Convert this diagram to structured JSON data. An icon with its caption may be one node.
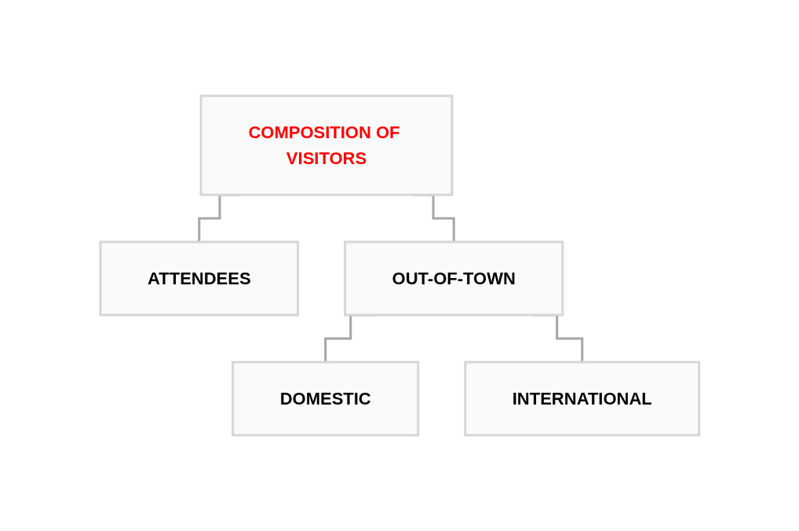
{
  "diagram": {
    "nodes": [
      {
        "text": [
          "COMPOSITION OF VISITORS"
        ]
      },
      {
        "text": [
          "ATTENDEES"
        ]
      },
      {
        "text": [
          "OUT-OF-TOWN"
        ]
      },
      {
        "text": [
          "DOMESTIC"
        ]
      },
      {
        "text": [
          "INTERNATIONAL"
        ]
      }
    ],
    "edges": [
      {
        "from": 0,
        "to": 1,
        "arrow": "none"
      },
      {
        "from": 0,
        "to": 2,
        "arrow": "none"
      },
      {
        "from": 2,
        "to": 3,
        "arrow": "none"
      },
      {
        "from": 2,
        "to": 4,
        "arrow": "none"
      }
    ]
  }
}
